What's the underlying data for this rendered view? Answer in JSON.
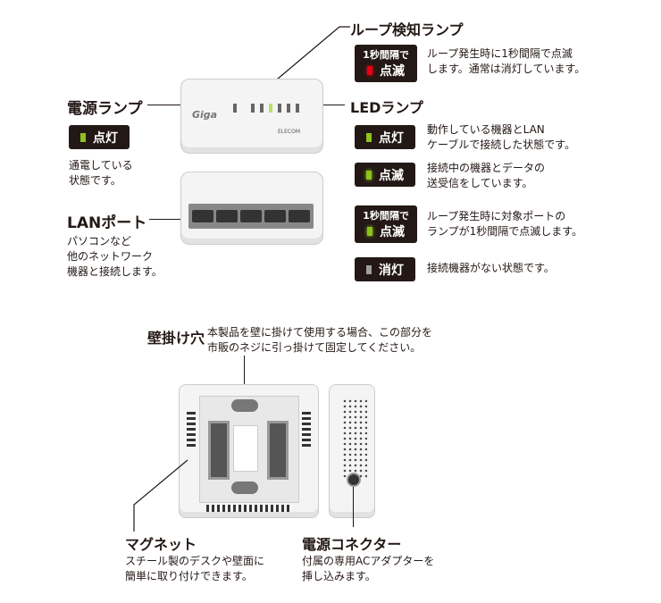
{
  "loop_lamp": {
    "title": "ループ検知ランプ",
    "badge_top": "1秒間隔で",
    "badge_bottom": "点滅",
    "desc": [
      "ループ発生時に1秒間隔で点滅",
      "します。通常は消灯しています。"
    ],
    "led_color": "#e60012"
  },
  "led_lamp": {
    "title": "LEDランプ",
    "states": [
      {
        "badge": "点灯",
        "desc": [
          "動作している機器とLAN",
          "ケーブルで接続した状態です。"
        ],
        "led_color": "#8dc21f"
      },
      {
        "badge": "点滅",
        "desc": [
          "接続中の機器とデータの",
          "送受信をしています。"
        ],
        "led_color": "#8dc21f"
      },
      {
        "badge_top": "1秒間隔で",
        "badge": "点滅",
        "desc": [
          "ループ発生時に対象ポートの",
          "ランプが1秒間隔で点滅します。"
        ],
        "led_color": "#8dc21f"
      },
      {
        "badge": "消灯",
        "desc": [
          "接続機器がない状態です。"
        ],
        "led_color": "#9e9e9e"
      }
    ]
  },
  "power_lamp": {
    "title": "電源ランプ",
    "badge": "点灯",
    "desc": [
      "通電している",
      "状態です。"
    ],
    "led_color": "#8dc21f"
  },
  "lan_port": {
    "title": "LANポート",
    "desc": [
      "パソコンなど",
      "他のネットワーク",
      "機器と接続します。"
    ]
  },
  "device": {
    "brand": "ELECOM",
    "logo": "Giga"
  },
  "wall_hole": {
    "title": "壁掛け穴",
    "desc": [
      "本製品を壁に掛けて使用する場合、この部分を",
      "市販のネジに引っ掛けて固定してください。"
    ]
  },
  "magnet": {
    "title": "マグネット",
    "desc": [
      "スチール製のデスクや壁面に",
      "簡単に取り付けできます。"
    ]
  },
  "power_connector": {
    "title": "電源コネクター",
    "desc": [
      "付属の専用ACアダプターを",
      "挿し込みます。"
    ]
  }
}
